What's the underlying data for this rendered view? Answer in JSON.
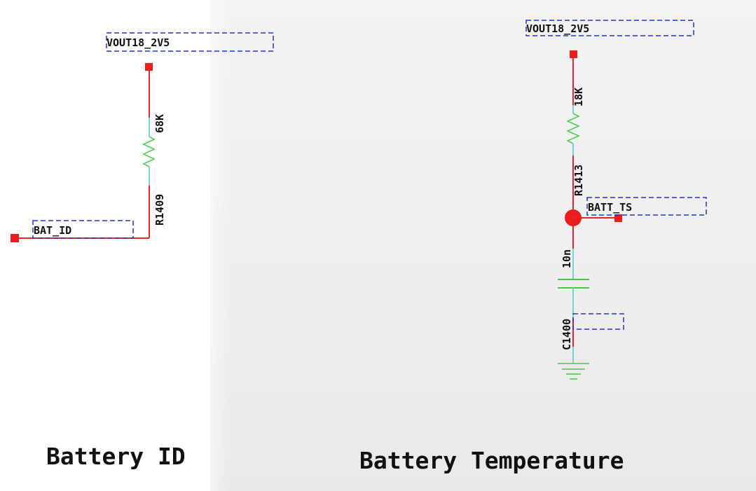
{
  "colors": {
    "wire": "#e8262a",
    "passive_lead": "#6fd6d6",
    "component": "#3ccf3c",
    "net_box": "#2233cc",
    "pin": "#ee1c1c"
  },
  "battery_id": {
    "supply_net": "VOUT18_2V5",
    "resistor_ref": "R1409",
    "resistor_value": "68K",
    "signal_net": "BAT_ID",
    "caption": "Battery ID"
  },
  "battery_temperature": {
    "supply_net": "VOUT18_2V5",
    "resistor_ref": "R1413",
    "resistor_value": "18K",
    "signal_net": "BATT_TS",
    "capacitor_ref": "C1400",
    "capacitor_value": "10n",
    "caption": "Battery Temperature"
  }
}
